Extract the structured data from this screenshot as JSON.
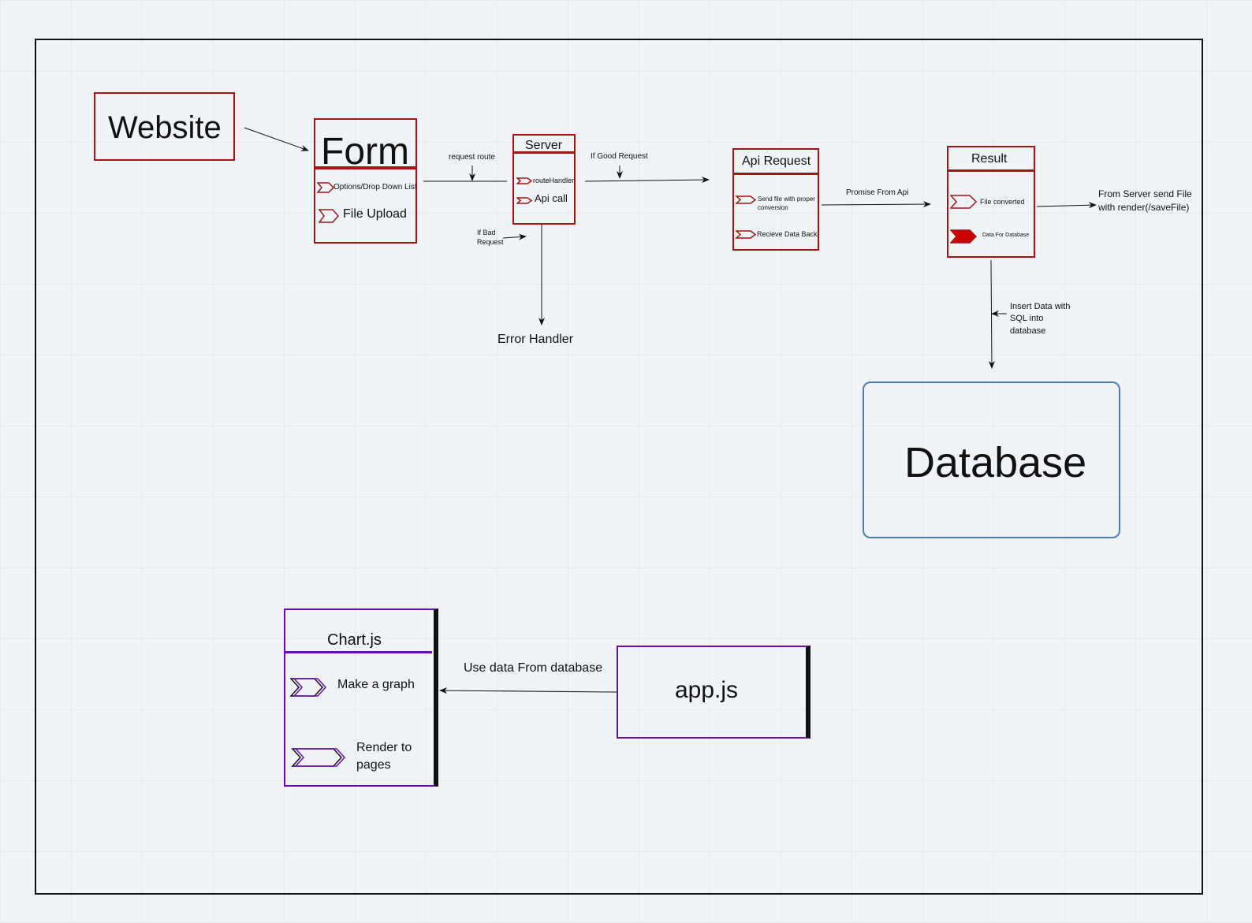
{
  "website": {
    "label": "Website"
  },
  "form": {
    "title": "Form",
    "items": [
      "Options/Drop Down List",
      "File Upload"
    ]
  },
  "server": {
    "title": "Server",
    "items": [
      "routeHandler",
      "Api call"
    ]
  },
  "api_request": {
    "title": "Api Request",
    "items": [
      "Send file with proper conversion",
      "Recieve Data Back"
    ]
  },
  "result": {
    "title": "Result",
    "items": [
      "File converted",
      "Data For Database"
    ]
  },
  "database": {
    "label": "Database"
  },
  "error_handler": {
    "label": "Error Handler"
  },
  "chartjs": {
    "title": "Chart.js",
    "items": [
      "Make a graph",
      "Render to pages"
    ]
  },
  "appjs": {
    "label": "app.js"
  },
  "edges": {
    "request_route": "request route",
    "good_request": "If Good Request",
    "bad_request": "If Bad Request",
    "promise": "Promise From Api",
    "send_file": "From Server send File with render(/saveFile)",
    "insert_data": "Insert Data with SQL into database",
    "use_data": "Use data From database"
  },
  "colors": {
    "red": "#a31515",
    "purple": "#6a0dad",
    "database_border": "#4a7fb5",
    "line": "#111111"
  }
}
